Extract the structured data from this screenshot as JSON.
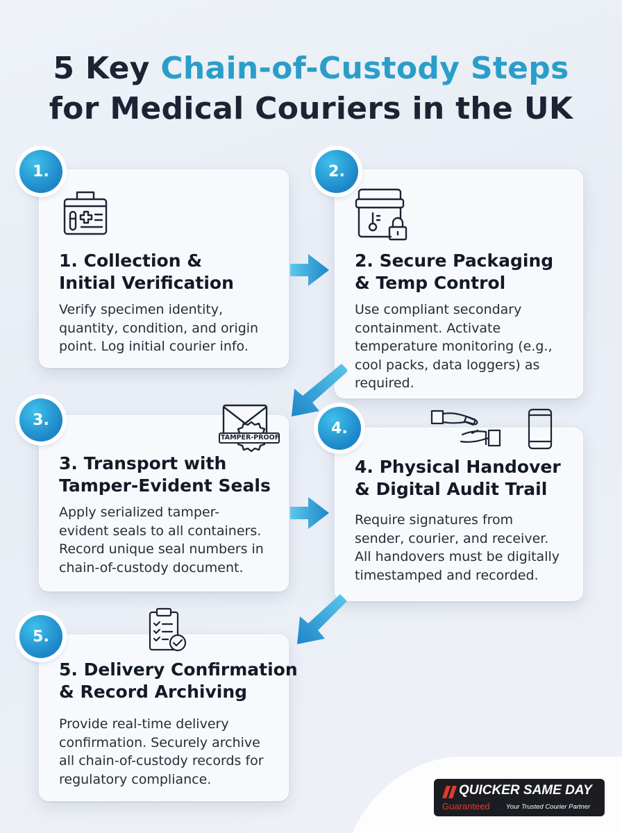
{
  "title": {
    "line1_prefix": "5 Key ",
    "line1_accent": "Chain-of-Custody Steps",
    "line2": "for Medical Couriers in the UK"
  },
  "steps": [
    {
      "badge": "1.",
      "heading": [
        "1. Collection &",
        "Initial Verification"
      ],
      "body": [
        "Verify specimen identity,",
        "quantity, condition, and origin",
        "point. Log initial courier info."
      ],
      "icon": "medical-kit-icon"
    },
    {
      "badge": "2.",
      "heading": [
        "2. Secure Packaging",
        "& Temp Control"
      ],
      "body": [
        "Use compliant secondary",
        "containment. Activate",
        "temperature monitoring (e.g.,",
        "cool packs, data loggers) as",
        "required."
      ],
      "icon": "cooler-lock-icon"
    },
    {
      "badge": "3.",
      "heading": [
        "3. Transport with",
        "Tamper-Evident Seals"
      ],
      "body": [
        "Apply serialized tamper-",
        "evident seals to all containers.",
        "Record unique seal numbers in",
        "chain-of-custody document."
      ],
      "icon": "tamper-proof-envelope-icon",
      "stamp_text": "TAMPER-PROOF"
    },
    {
      "badge": "4.",
      "heading": [
        "4. Physical Handover",
        "& Digital Audit Trail"
      ],
      "body": [
        "Require signatures from",
        "sender, courier, and receiver.",
        "All handovers must be digitally",
        "timestamped and recorded."
      ],
      "icon": "handover-phone-icon"
    },
    {
      "badge": "5.",
      "heading": [
        "5. Delivery Confirmation",
        "& Record Archiving"
      ],
      "body": [
        "Provide real-time delivery",
        "confirmation. Securely archive",
        "all chain-of-custody records for",
        "regulatory compliance."
      ],
      "icon": "clipboard-check-icon"
    }
  ],
  "brand": {
    "name": "QUICKER SAME DAY",
    "sub": "Guaranteed",
    "tagline": "Your Trusted Courier Partner",
    "colors": {
      "accent": "#2a9ec9",
      "badge": "#1d86c8",
      "logo_red": "#e03a2f",
      "logo_bg": "#1b1d22"
    }
  }
}
